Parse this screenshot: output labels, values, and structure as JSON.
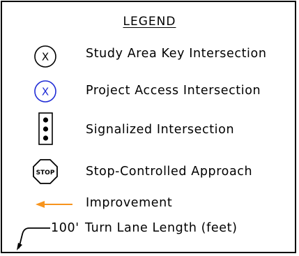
{
  "legend": {
    "title": "LEGEND",
    "items": [
      {
        "label": "Study Area Key Intersection",
        "symbol": "circle-x-black-icon",
        "symbol_text": "X",
        "color": "#000000"
      },
      {
        "label": "Project Access Intersection",
        "symbol": "circle-x-blue-icon",
        "symbol_text": "X",
        "color": "#1f2bd6"
      },
      {
        "label": "Signalized Intersection",
        "symbol": "traffic-signal-icon",
        "color": "#000000"
      },
      {
        "label": "Stop-Controlled Approach",
        "symbol": "stop-sign-icon",
        "symbol_text": "STOP",
        "color": "#000000"
      },
      {
        "label": "Improvement",
        "symbol": "orange-arrow-icon",
        "color": "#f7941d"
      },
      {
        "label": "Turn Lane Length (feet)",
        "symbol": "turn-lane-arrow-icon",
        "symbol_text": "100'",
        "color": "#000000"
      }
    ]
  }
}
